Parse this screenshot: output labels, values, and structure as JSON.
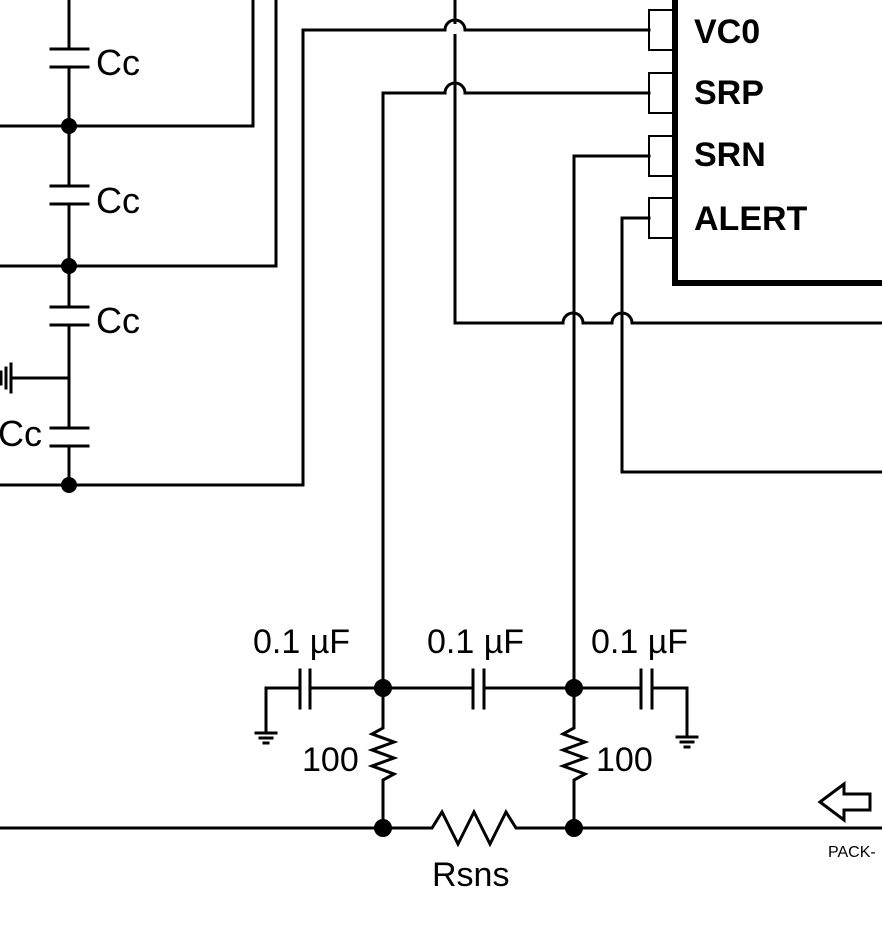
{
  "chip": {
    "pins": [
      {
        "id": "vc0",
        "label": "VC0"
      },
      {
        "id": "srp",
        "label": "SRP"
      },
      {
        "id": "srn",
        "label": "SRN"
      },
      {
        "id": "alert",
        "label": "ALERT"
      }
    ]
  },
  "cell_caps": [
    "Cc",
    "Cc",
    "Cc",
    "Cc"
  ],
  "filter_caps": [
    "0.1 µF",
    "0.1 µF",
    "0.1 µF"
  ],
  "resistors": {
    "left": "100",
    "right": "100",
    "sense": "Rsns"
  },
  "connector": {
    "label": "PACK-"
  }
}
